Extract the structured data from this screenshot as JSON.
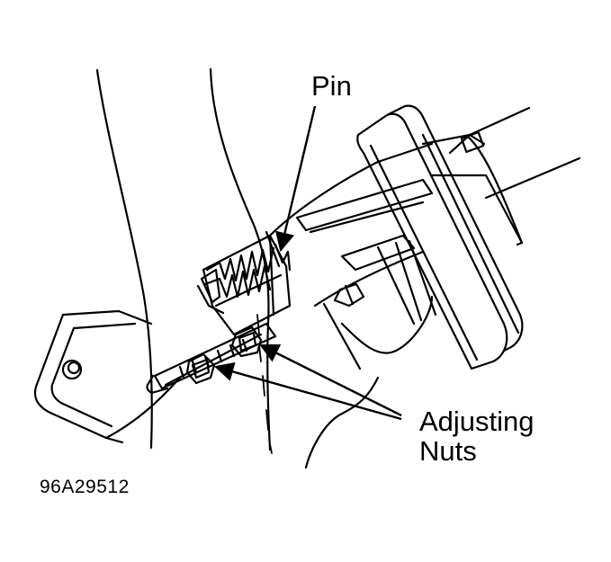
{
  "figure": {
    "id": "96A29512"
  },
  "callouts": {
    "pin": "Pin",
    "adjusting_line1": "Adjusting",
    "adjusting_line2": "Nuts"
  },
  "style": {
    "ink": "#000000",
    "paper": "#ffffff"
  }
}
